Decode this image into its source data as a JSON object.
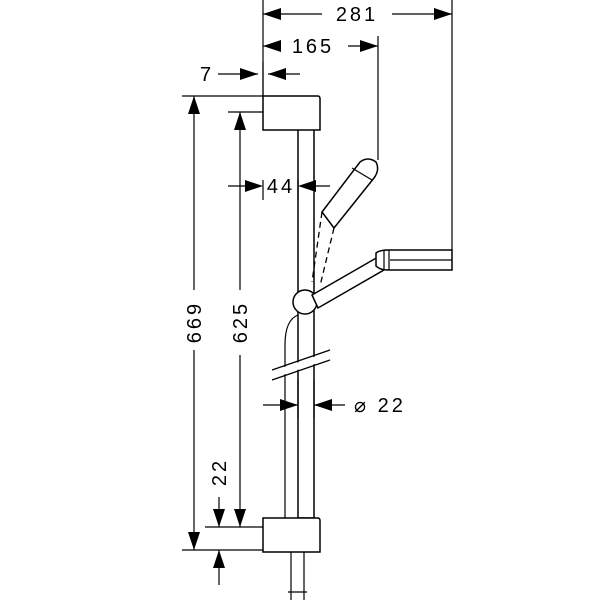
{
  "diagram": {
    "dimensions": {
      "overall_width": "281",
      "handshower_offset": "165",
      "top_bracket_offset": "7",
      "bar_spacing": "44",
      "total_height": "669",
      "bar_length": "625",
      "bottom_bracket": "22",
      "bar_diameter": "⌀ 22"
    }
  }
}
